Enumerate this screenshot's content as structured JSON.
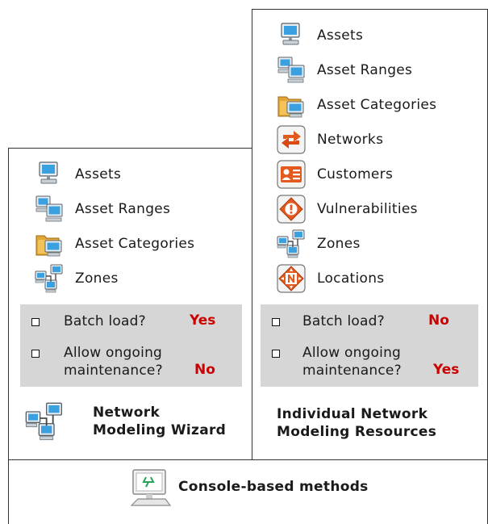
{
  "left": {
    "items": [
      "Assets",
      "Asset Ranges",
      "Asset Categories",
      "Zones"
    ],
    "options": {
      "batch_label": "Batch load?",
      "batch_value": "Yes",
      "ongoing_label_line1": "Allow ongoing",
      "ongoing_label_line2": "maintenance?",
      "ongoing_value": "No"
    },
    "title_line1": "Network",
    "title_line2": "Modeling Wizard"
  },
  "right": {
    "items": [
      "Assets",
      "Asset Ranges",
      "Asset Categories",
      "Networks",
      "Customers",
      "Vulnerabilities",
      "Zones",
      "Locations"
    ],
    "options": {
      "batch_label": "Batch load?",
      "batch_value": "No",
      "ongoing_label_line1": "Allow ongoing",
      "ongoing_label_line2": "maintenance?",
      "ongoing_value": "Yes"
    },
    "title_line1": "Individual Network",
    "title_line2": "Modeling Resources"
  },
  "bottom": {
    "label": "Console-based methods"
  },
  "icons": {
    "asset": "monitor-icon",
    "asset_range": "multi-monitor-icon",
    "asset_category": "folder-monitor-icon",
    "network": "arrows-icon",
    "customer": "contact-card-icon",
    "vulnerability": "warning-diamond-icon",
    "zone": "network-zone-icon",
    "location": "compass-icon",
    "wizard": "network-zone-icon",
    "console": "console-icon"
  },
  "colors": {
    "answer": "#cc0000",
    "option_background": "#d6d6d6",
    "border": "#333333"
  }
}
